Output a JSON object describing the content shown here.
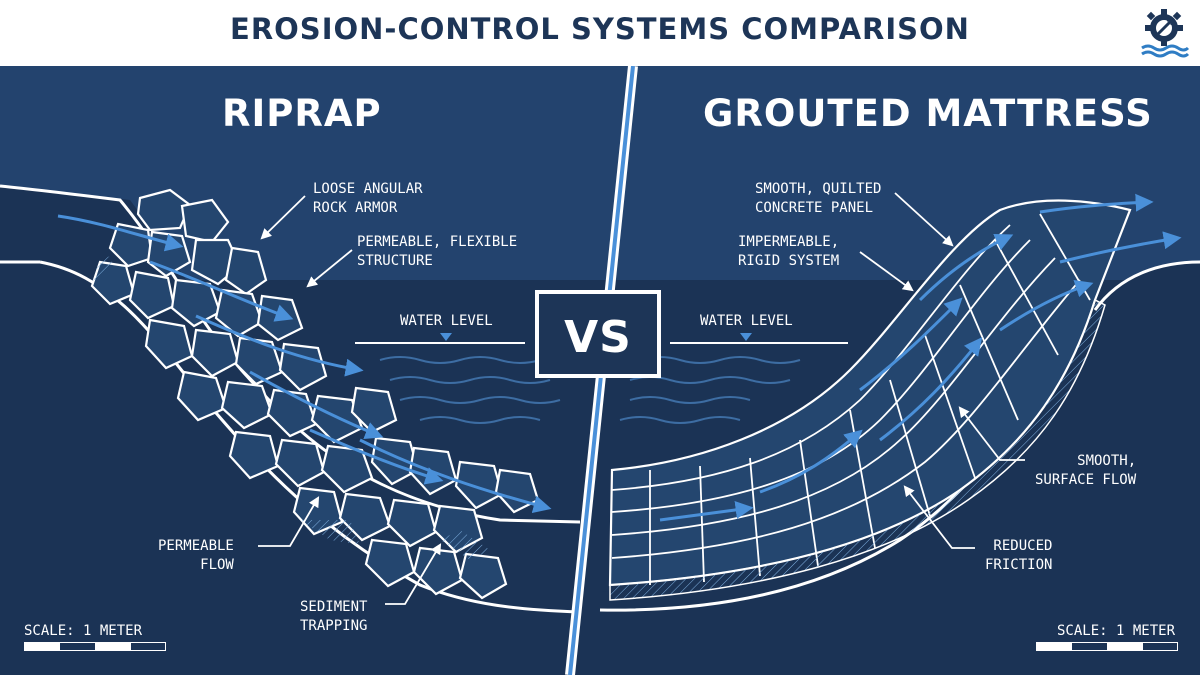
{
  "header": {
    "title": "EROSION-CONTROL SYSTEMS COMPARISON"
  },
  "logo": {
    "icon": "gear-wrench-waves-icon"
  },
  "vs_badge": "VS",
  "left_panel": {
    "title": "RIPRAP",
    "labels": {
      "loose_rock": "LOOSE ANGULAR\nROCK ARMOR",
      "permeable_structure": "PERMEABLE, FLEXIBLE\nSTRUCTURE",
      "water_level": "WATER LEVEL",
      "permeable_flow": "PERMEABLE\nFLOW",
      "sediment": "SEDIMENT\nTRAPPING"
    },
    "scale": "SCALE: 1 METER"
  },
  "right_panel": {
    "title": "GROUTED MATTRESS",
    "labels": {
      "quilted_panel": "SMOOTH, QUILTED\nCONCRETE PANEL",
      "impermeable": "IMPERMEABLE,\nRIGID SYSTEM",
      "water_level": "WATER LEVEL",
      "surface_flow": "SMOOTH,\nSURFACE FLOW",
      "friction": "REDUCED\nFRICTION"
    },
    "scale": "SCALE: 1 METER"
  },
  "colors": {
    "background_top": "#23436e",
    "background_bottom": "#1b3355",
    "line": "#ffffff",
    "flow_arrow": "#4a90d9",
    "header_text": "#1d3557",
    "divider": "#4a90d9"
  }
}
